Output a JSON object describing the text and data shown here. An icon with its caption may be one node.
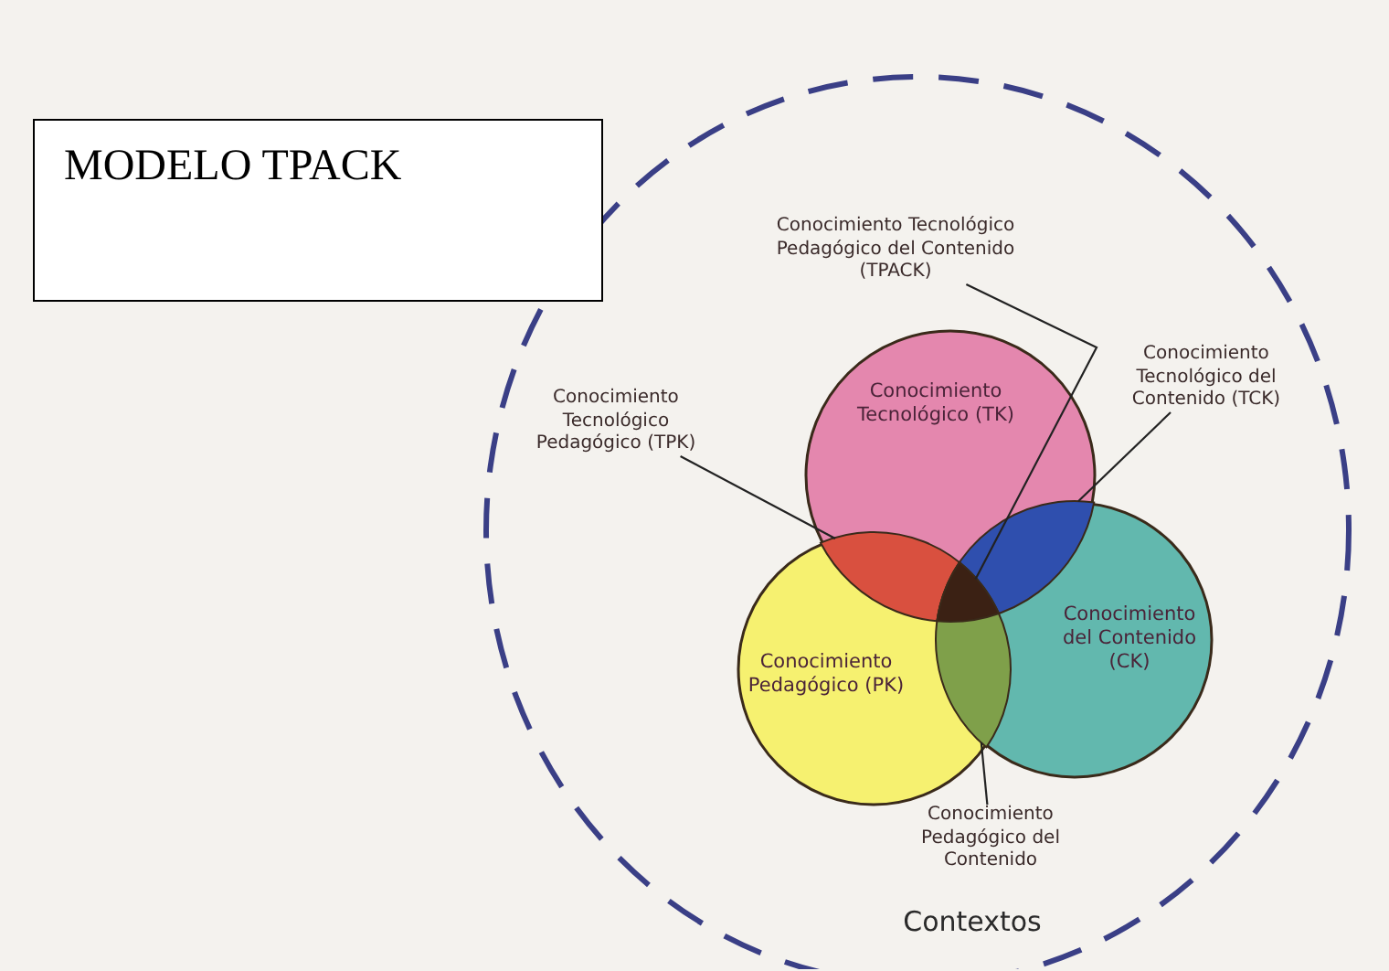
{
  "diagram": {
    "nodes": [
      {
        "text": [
          "Contextos"
        ]
      },
      {
        "text": [
          "MODELO TPACK"
        ]
      },
      {
        "text": [
          "Conocimiento Tecnológico Pedagógico del Contenido (TPACK)"
        ],
        "in": 0
      },
      {
        "text": [
          "Conocimiento Tecnológico (TK)"
        ],
        "in": 0
      },
      {
        "text": [
          "Conocimiento Tecnológico del Contenido (TCK)"
        ],
        "in": 0
      },
      {
        "text": [
          "Conocimiento Tecnológico Pedagógico (TPK)"
        ],
        "in": 0
      },
      {
        "text": [
          "Conocimiento Pedagógico (PK)"
        ],
        "in": 0
      },
      {
        "text": [
          "Conocimiento del Contenido (CK)"
        ],
        "in": 0
      },
      {
        "text": [
          "Conocimiento Pedagógico del Contenido"
        ],
        "in": 0
      },
      {
        "text": [],
        "shape": "lens"
      },
      {
        "text": [],
        "shape": "lens"
      },
      {
        "text": [],
        "shape": "lens"
      },
      {
        "text": [],
        "shape": "lens"
      }
    ],
    "edges": [
      {
        "from": 2,
        "to": 11,
        "arrow": "none"
      },
      {
        "from": 4,
        "to": 10,
        "arrow": "none"
      },
      {
        "from": 5,
        "to": 9,
        "arrow": "none"
      },
      {
        "from": 8,
        "to": 12,
        "arrow": "none"
      }
    ]
  }
}
